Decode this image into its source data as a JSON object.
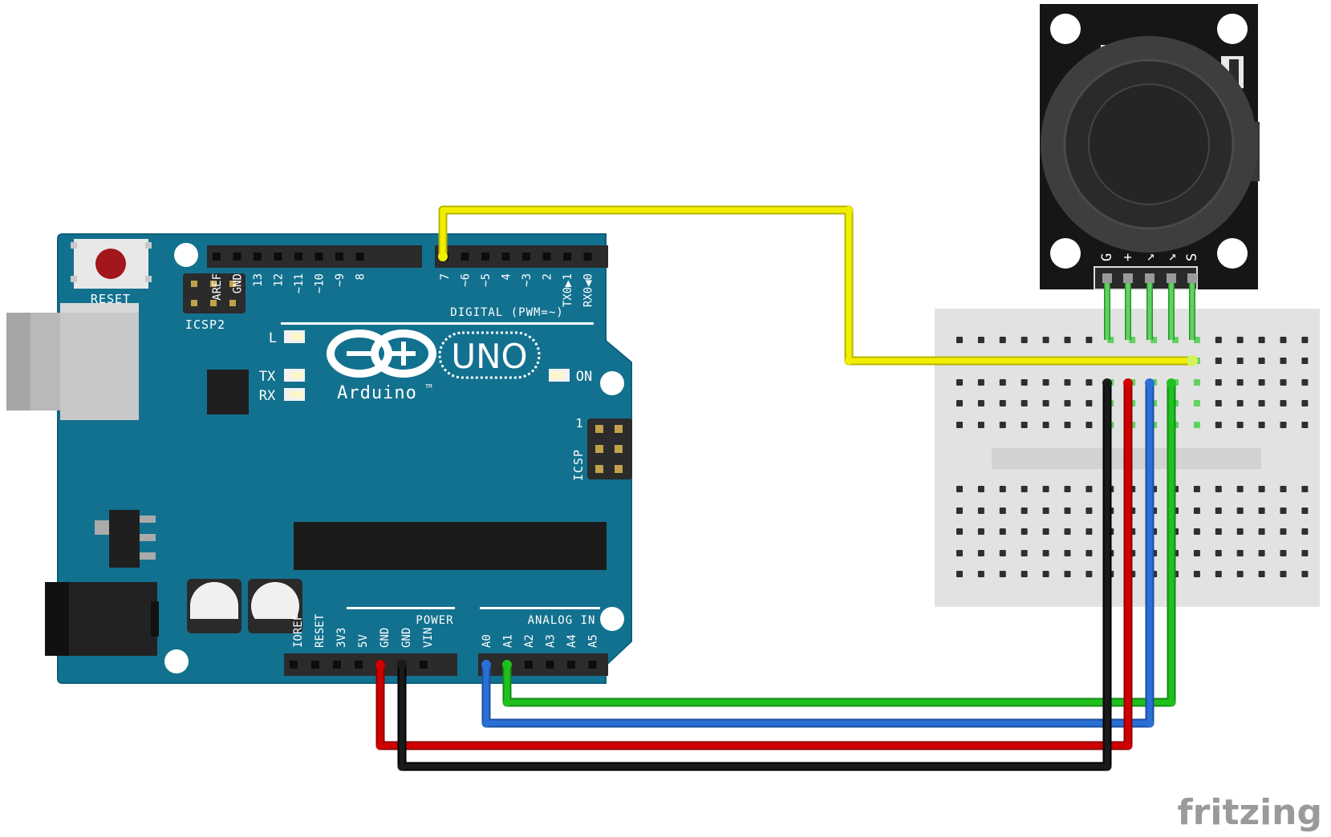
{
  "board": {
    "reset_label": "RESET",
    "icsp2_label": "ICSP2",
    "icsp_label": "ICSP",
    "icsp_pin1": "1",
    "led_l": "L",
    "led_tx": "TX",
    "led_rx": "RX",
    "led_on": "ON",
    "uno_label": "UNO",
    "brand_label": "Arduino",
    "tm": "TM",
    "digital_label": "DIGITAL (PWM=~)",
    "power_label": "POWER",
    "analog_label": "ANALOG IN",
    "digital_pins_left": [
      "AREF",
      "GND",
      "13",
      "12",
      "~11",
      "~10",
      "~9",
      "8"
    ],
    "digital_pins_right": [
      "7",
      "~6",
      "~5",
      "4",
      "~3",
      "2",
      "TX0▶1",
      "RX0◀0"
    ],
    "power_pins": [
      "IOREF",
      "RESET",
      "3V3",
      "5V",
      "GND",
      "GND",
      "VIN"
    ],
    "analog_pins": [
      "A0",
      "A1",
      "A2",
      "A3",
      "A4",
      "A5"
    ]
  },
  "joystick": {
    "pin_labels": [
      "G",
      "+",
      "↘",
      "↘",
      "S"
    ]
  },
  "watermark": "fritzing",
  "colors": {
    "board": "#12718f",
    "board_edge": "#0c5f79",
    "wire_yellow": "#f2ee00",
    "wire_green": "#1fc11f",
    "wire_blue": "#2a6fd6",
    "wire_red": "#d00000",
    "wire_black": "#111111",
    "breadboard": "#e2e2e2"
  }
}
